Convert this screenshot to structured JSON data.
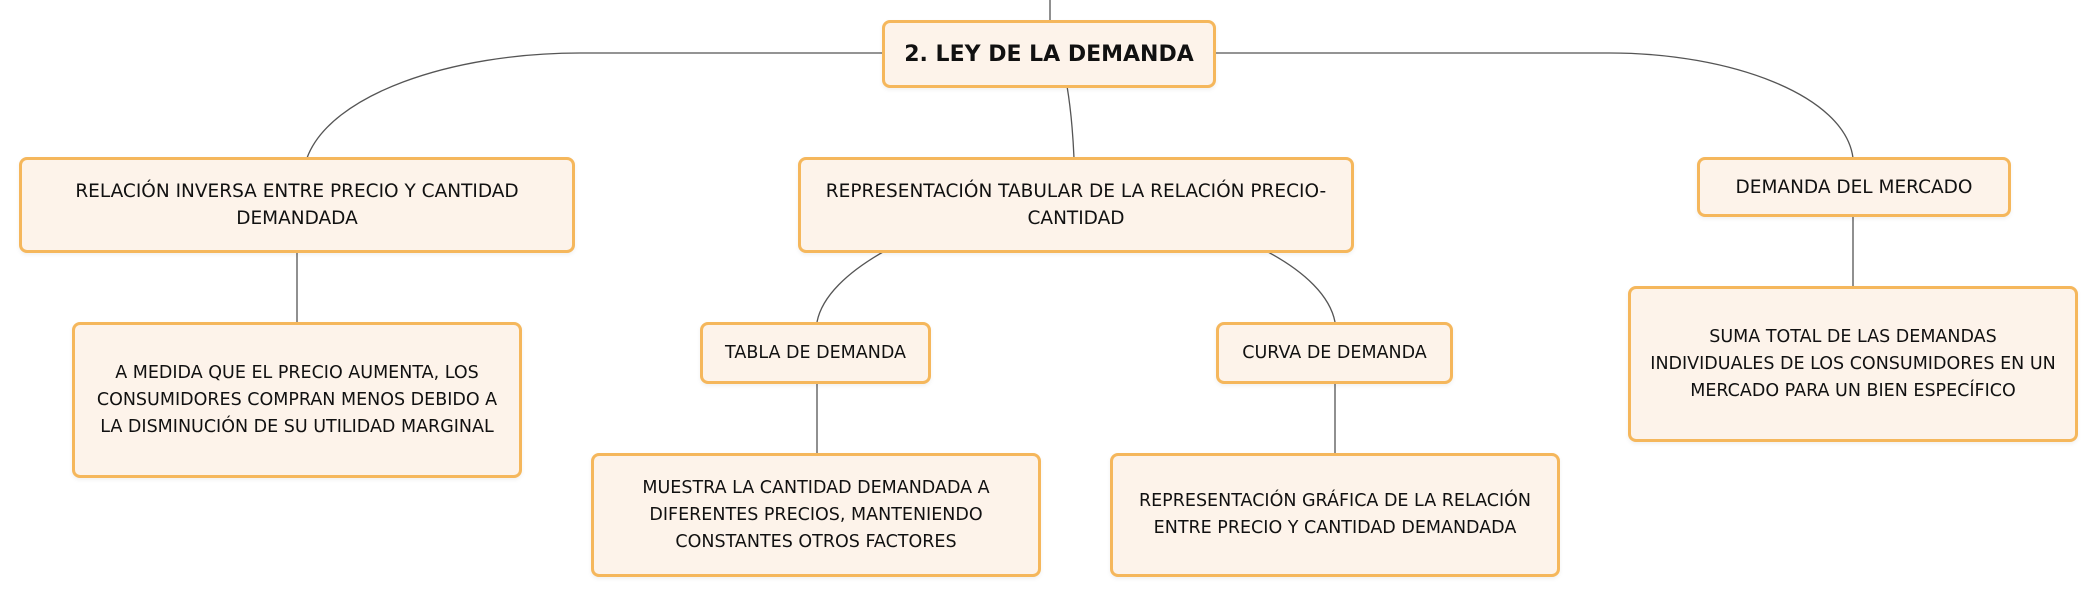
{
  "diagram": {
    "root": {
      "label": "2. LEY DE LA DEMANDA"
    },
    "branches": {
      "inverse": {
        "label": "RELACIÓN INVERSA ENTRE PRECIO Y CANTIDAD DEMANDADA",
        "detail": "A MEDIDA QUE EL PRECIO AUMENTA, LOS CONSUMIDORES COMPRAN MENOS DEBIDO A LA DISMINUCIÓN DE SU UTILIDAD MARGINAL"
      },
      "tabular": {
        "label": "REPRESENTACIÓN TABULAR DE LA RELACIÓN PRECIO-CANTIDAD",
        "table": {
          "label": "TABLA DE DEMANDA",
          "detail": "MUESTRA LA CANTIDAD DEMANDADA A DIFERENTES PRECIOS, MANTENIENDO CONSTANTES OTROS FACTORES"
        },
        "curve": {
          "label": "CURVA DE DEMANDA",
          "detail": "REPRESENTACIÓN GRÁFICA DE LA RELACIÓN ENTRE PRECIO Y CANTIDAD DEMANDADA"
        }
      },
      "market": {
        "label": "DEMANDA DEL MERCADO",
        "detail": "SUMA TOTAL DE LAS DEMANDAS INDIVIDUALES DE LOS CONSUMIDORES EN UN MERCADO PARA UN BIEN ESPECÍFICO"
      }
    }
  },
  "colors": {
    "node_fill": "#fdf3ea",
    "node_border": "#f5b75c",
    "connector": "#555555",
    "text": "#111111"
  }
}
